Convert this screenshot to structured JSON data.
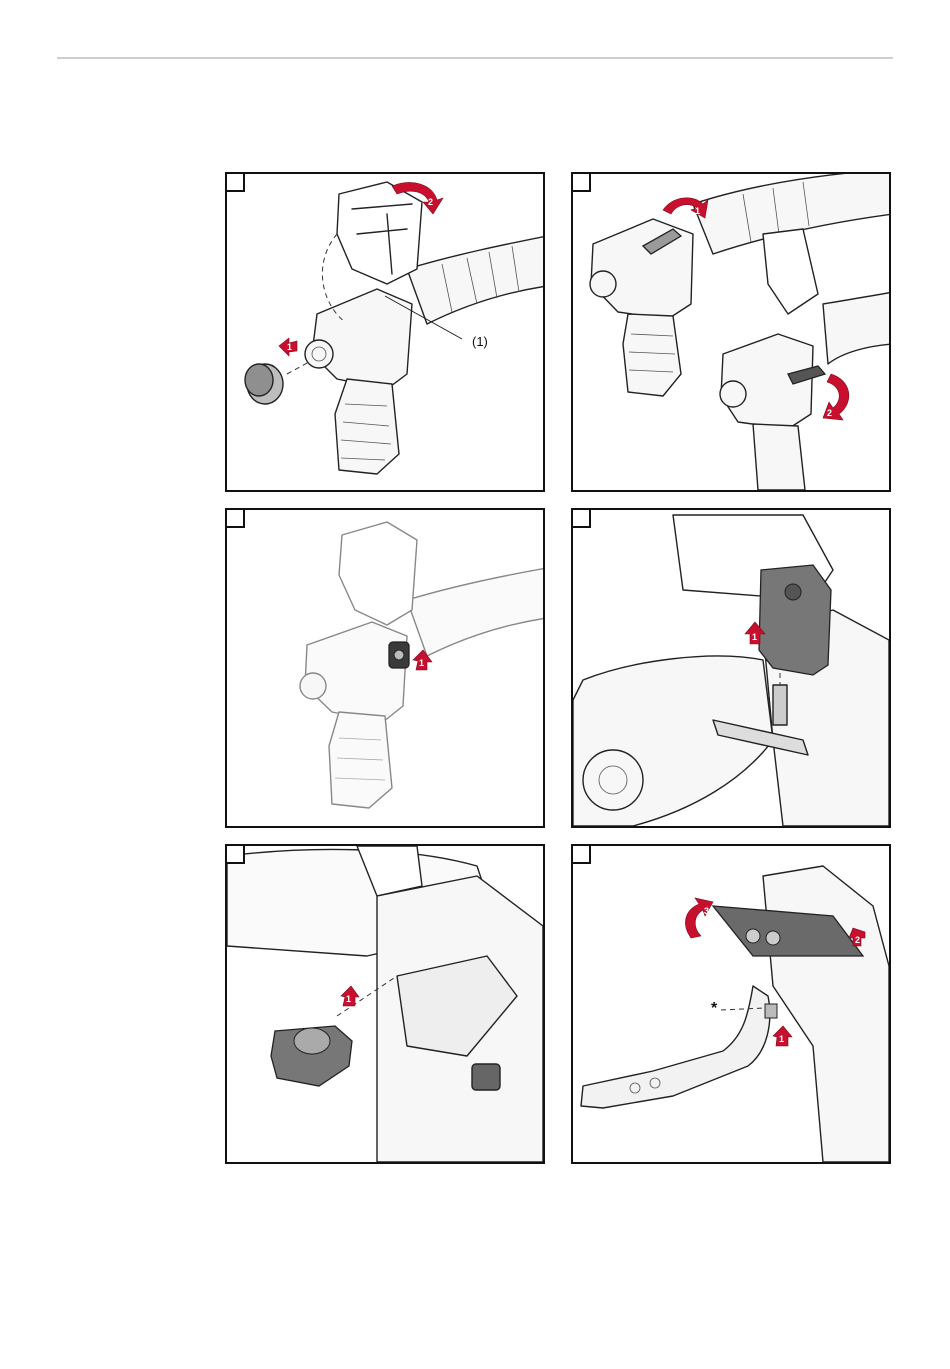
{
  "figure": {
    "panels": [
      {
        "id": "panel-1",
        "callouts": [
          {
            "text": "(1)"
          }
        ],
        "arrows": [
          "1",
          "2"
        ]
      },
      {
        "id": "panel-2",
        "callouts": [],
        "arrows": [
          "1",
          "2"
        ]
      },
      {
        "id": "panel-3",
        "callouts": [],
        "arrows": [
          "1"
        ]
      },
      {
        "id": "panel-4",
        "callouts": [],
        "arrows": [
          "1"
        ]
      },
      {
        "id": "panel-5",
        "callouts": [],
        "arrows": [
          "1"
        ]
      },
      {
        "id": "panel-6",
        "callouts": [
          {
            "text": "*"
          }
        ],
        "arrows": [
          "1",
          "2",
          "3"
        ]
      }
    ]
  },
  "colors": {
    "arrow": "#c8102e",
    "frame": "#111111",
    "rule": "#cfcfcf"
  },
  "icons": [
    "step-arrow-icon",
    "rotate-arrow-icon"
  ]
}
